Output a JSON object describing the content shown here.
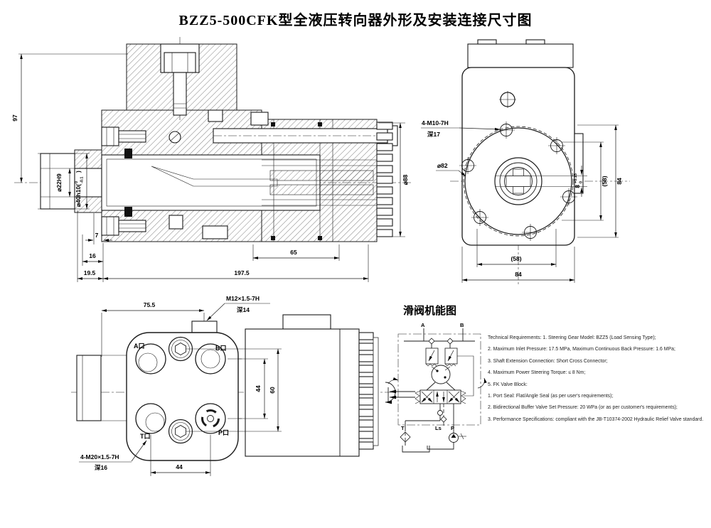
{
  "title": "BZZ5-500CFK型全液压转向器外形及安装连接尺寸图",
  "section_view": {
    "d97": "97",
    "shaft_dia": {
      "prefix": "⌀40h10(",
      "tol_top": "0",
      "tol_bottom": "-0.1",
      "suffix": ")"
    },
    "bore_dia": "⌀22H9",
    "d7": "7",
    "d16": "16",
    "d19_5": "19.5",
    "d65": "65",
    "d197_5": "197.5",
    "body_dia": "⌀88"
  },
  "front_view": {
    "bolt_note": "4-M10-7H",
    "bolt_depth": "深17",
    "bolt_circle": "⌀82",
    "key": {
      "nominal": "8",
      "tol_top": "+0.15",
      "tol_bottom": "0"
    },
    "v58": "(58)",
    "v84": "84",
    "h58": "(58)",
    "h84": "84"
  },
  "bottom_view": {
    "d75_5": "75.5",
    "m12_note": "M12×1.5-7H",
    "m12_depth": "深14",
    "port_a": "A口",
    "port_b": "B口",
    "port_t": "T口",
    "port_p": "P口",
    "d44_v": "44",
    "d60": "60",
    "m20_note": "4-M20×1.5-7H",
    "m20_depth": "深16",
    "d44_h": "44"
  },
  "valve_diagram": {
    "title": "滑阀机能图",
    "port_a": "A",
    "port_b": "B",
    "port_t": "T",
    "port_ls": "Ls",
    "port_p": "P"
  },
  "tech_requirements": {
    "lines": [
      "Technical Requirements: 1. Steering Gear Model: BZZ5 (Load Sensing Type);",
      "2. Maximum Inlet Pressure: 17.5 MPa, Maximum Continuous Back Pressure: 1.6 MPa;",
      "3. Shaft Extension Connection: Short Cross Connector;",
      "4. Maximum Power Steering Torque: ≤ 8 Nm;",
      "5. FK Valve Block:",
      "1. Port Seal: Flat/Angle Seal (as per user's requirements);",
      "2. Bidirectional Buffer Valve Set Pressure: 20 WPa (or as per customer's requirements);",
      "3. Performance Specifications: compliant with the JB-T10374-2002 Hydraulic Relief Valve standard."
    ]
  }
}
